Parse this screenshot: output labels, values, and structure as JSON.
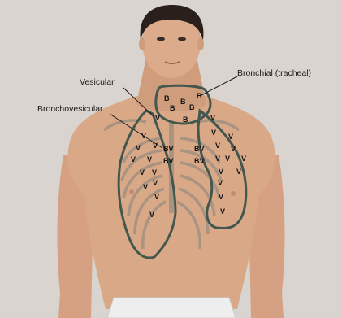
{
  "labels": {
    "vesicular": "Vesicular",
    "bronchial": "Bronchial (tracheal)",
    "bronchovesicular": "Bronchovesicular"
  },
  "marks": {
    "bronchial": "B",
    "bronchovesicular": "BV",
    "vesicular": "V"
  },
  "colors": {
    "background": "#ffffff",
    "backdrop": "#d9d4cf",
    "skin": "#d9a887",
    "skin_shadow": "#c28f70",
    "hair": "#2a1f1a",
    "outline": "#44574f",
    "rib": "#9a8c80",
    "shorts": "#eeeeee"
  }
}
